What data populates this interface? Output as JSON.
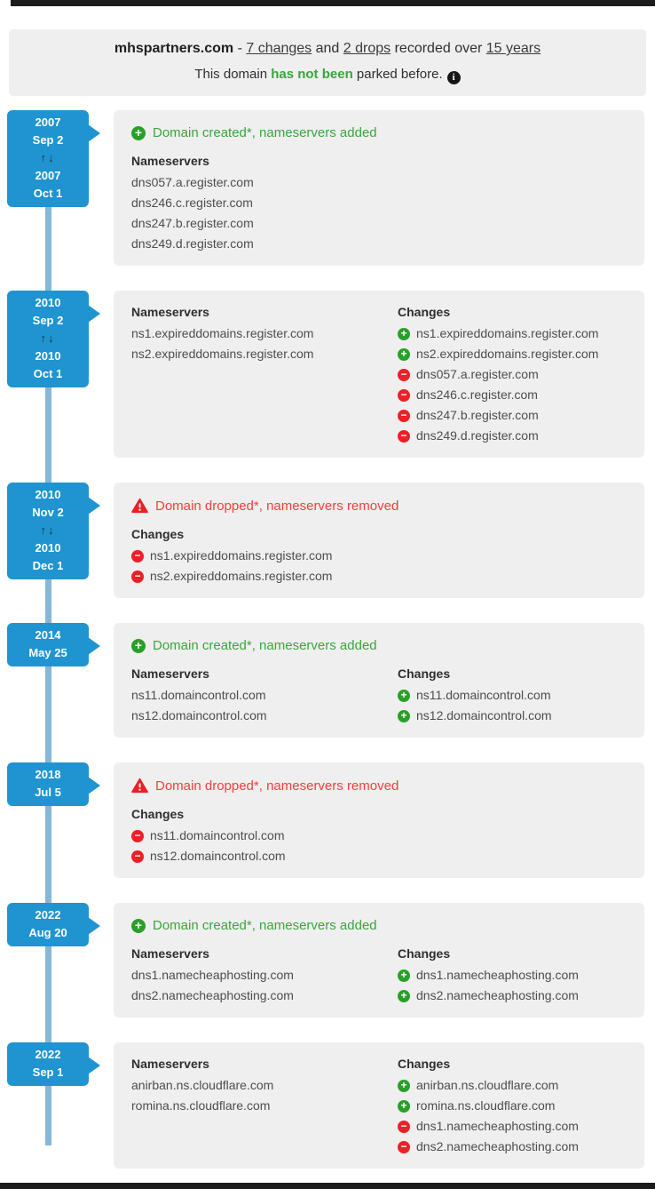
{
  "colors": {
    "badge_blue": "#1f94d1",
    "timeline_line": "#86b7d8",
    "card_background": "#efefef",
    "status_green_text": "#3aa53c",
    "status_green_icon": "#28a028",
    "status_red_text": "#f43d3d",
    "status_red_icon": "#ec2027"
  },
  "header": {
    "domain": "mhspartners.com",
    "sep": " - ",
    "changes_link": "7 changes",
    "and_text": " and ",
    "drops_link": "2 drops",
    "recorded_text": " recorded over ",
    "years_link": "15 years",
    "parked_prefix": "This domain ",
    "parked_highlight": "has not been",
    "parked_suffix": " parked before.",
    "info_icon": "info-icon"
  },
  "timeline": {
    "events": [
      {
        "badge_lines": [
          "2007",
          "Sep 2",
          "↑↓",
          "2007",
          "Oct 1"
        ],
        "status": {
          "kind": "created",
          "icon": "plus-circle-icon",
          "text": "Domain created*, nameservers added"
        },
        "nameservers": {
          "title": "Nameservers",
          "items": [
            "dns057.a.register.com",
            "dns246.c.register.com",
            "dns247.b.register.com",
            "dns249.d.register.com"
          ]
        }
      },
      {
        "badge_lines": [
          "2010",
          "Sep 2",
          "↑↓",
          "2010",
          "Oct 1"
        ],
        "nameservers": {
          "title": "Nameservers",
          "items": [
            "ns1.expireddomains.register.com",
            "ns2.expireddomains.register.com"
          ]
        },
        "changes": {
          "title": "Changes",
          "items": [
            {
              "op": "add",
              "host": "ns1.expireddomains.register.com"
            },
            {
              "op": "add",
              "host": "ns2.expireddomains.register.com"
            },
            {
              "op": "remove",
              "host": "dns057.a.register.com"
            },
            {
              "op": "remove",
              "host": "dns246.c.register.com"
            },
            {
              "op": "remove",
              "host": "dns247.b.register.com"
            },
            {
              "op": "remove",
              "host": "dns249.d.register.com"
            }
          ]
        }
      },
      {
        "badge_lines": [
          "2010",
          "Nov 2",
          "↑↓",
          "2010",
          "Dec 1"
        ],
        "status": {
          "kind": "dropped",
          "icon": "warning-triangle-icon",
          "text": "Domain dropped*, nameservers removed"
        },
        "changes": {
          "title": "Changes",
          "items": [
            {
              "op": "remove",
              "host": "ns1.expireddomains.register.com"
            },
            {
              "op": "remove",
              "host": "ns2.expireddomains.register.com"
            }
          ]
        }
      },
      {
        "badge_lines": [
          "2014",
          "May 25"
        ],
        "status": {
          "kind": "created",
          "icon": "plus-circle-icon",
          "text": "Domain created*, nameservers added"
        },
        "nameservers": {
          "title": "Nameservers",
          "items": [
            "ns11.domaincontrol.com",
            "ns12.domaincontrol.com"
          ]
        },
        "changes": {
          "title": "Changes",
          "items": [
            {
              "op": "add",
              "host": "ns11.domaincontrol.com"
            },
            {
              "op": "add",
              "host": "ns12.domaincontrol.com"
            }
          ]
        }
      },
      {
        "badge_lines": [
          "2018",
          "Jul 5"
        ],
        "status": {
          "kind": "dropped",
          "icon": "warning-triangle-icon",
          "text": "Domain dropped*, nameservers removed"
        },
        "changes": {
          "title": "Changes",
          "items": [
            {
              "op": "remove",
              "host": "ns11.domaincontrol.com"
            },
            {
              "op": "remove",
              "host": "ns12.domaincontrol.com"
            }
          ]
        }
      },
      {
        "badge_lines": [
          "2022",
          "Aug 20"
        ],
        "status": {
          "kind": "created",
          "icon": "plus-circle-icon",
          "text": "Domain created*, nameservers added"
        },
        "nameservers": {
          "title": "Nameservers",
          "items": [
            "dns1.namecheaphosting.com",
            "dns2.namecheaphosting.com"
          ]
        },
        "changes": {
          "title": "Changes",
          "items": [
            {
              "op": "add",
              "host": "dns1.namecheaphosting.com"
            },
            {
              "op": "add",
              "host": "dns2.namecheaphosting.com"
            }
          ]
        }
      },
      {
        "badge_lines": [
          "2022",
          "Sep 1"
        ],
        "nameservers": {
          "title": "Nameservers",
          "items": [
            "anirban.ns.cloudflare.com",
            "romina.ns.cloudflare.com"
          ]
        },
        "changes": {
          "title": "Changes",
          "items": [
            {
              "op": "add",
              "host": "anirban.ns.cloudflare.com"
            },
            {
              "op": "add",
              "host": "romina.ns.cloudflare.com"
            },
            {
              "op": "remove",
              "host": "dns1.namecheaphosting.com"
            },
            {
              "op": "remove",
              "host": "dns2.namecheaphosting.com"
            }
          ]
        }
      }
    ]
  }
}
